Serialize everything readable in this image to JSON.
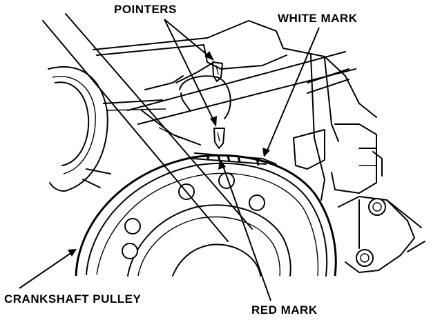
{
  "figure": {
    "labels": {
      "pointers": "POINTERS",
      "white_mark": "WHITE MARK",
      "crankshaft_pulley": "CRANKSHAFT PULLEY",
      "red_mark": "RED MARK"
    }
  }
}
